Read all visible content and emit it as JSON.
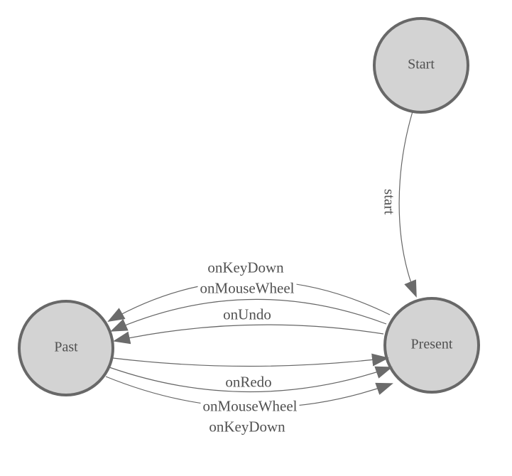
{
  "diagram": {
    "kind": "finite-state-machine",
    "colors": {
      "background": "#ffffff",
      "node_fill": "#d3d3d3",
      "node_border": "#686868",
      "edge_line": "#666666",
      "arrowhead": "#6b6b6b",
      "label_text": "#515151"
    },
    "nodes": [
      {
        "id": "start",
        "label": "Start"
      },
      {
        "id": "past",
        "label": "Past"
      },
      {
        "id": "present",
        "label": "Present"
      }
    ],
    "edges": [
      {
        "from": "Start",
        "to": "Present",
        "label": "start"
      },
      {
        "from": "Present",
        "to": "Past",
        "label": "onKeyDown"
      },
      {
        "from": "Present",
        "to": "Past",
        "label": "onMouseWheel"
      },
      {
        "from": "Present",
        "to": "Past",
        "label": "onUndo"
      },
      {
        "from": "Past",
        "to": "Present",
        "label": "onRedo"
      },
      {
        "from": "Past",
        "to": "Present",
        "label": "onMouseWheel"
      },
      {
        "from": "Past",
        "to": "Present",
        "label": "onKeyDown"
      }
    ]
  }
}
